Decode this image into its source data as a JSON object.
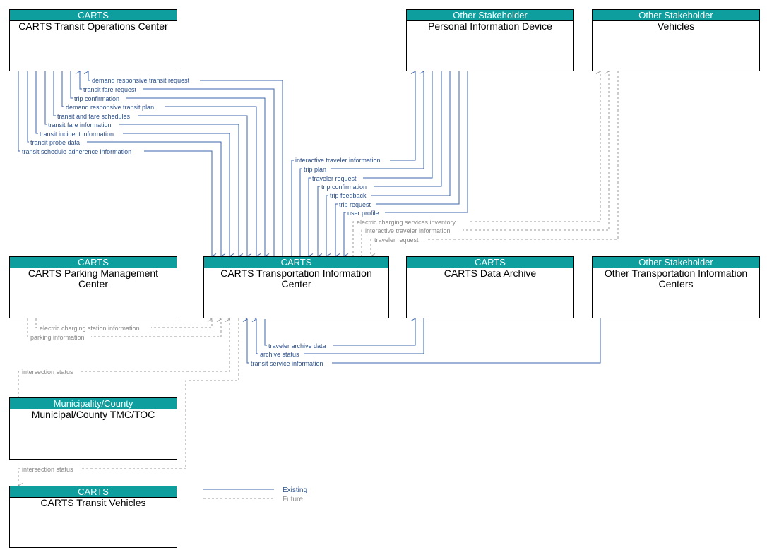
{
  "nodes": {
    "transit_ops": {
      "category": "CARTS",
      "name": "CARTS Transit Operations Center"
    },
    "pid": {
      "category": "Other Stakeholder",
      "name": "Personal Information Device"
    },
    "vehicles": {
      "category": "Other Stakeholder",
      "name": "Vehicles"
    },
    "parking": {
      "category": "CARTS",
      "name": "CARTS Parking Management Center"
    },
    "tic": {
      "category": "CARTS",
      "name": "CARTS Transportation Information Center"
    },
    "archive": {
      "category": "CARTS",
      "name": "CARTS Data Archive"
    },
    "other_tic": {
      "category": "Other Stakeholder",
      "name": "Other Transportation Information Centers"
    },
    "muni": {
      "category": "Municipality/County",
      "name": "Municipal/County TMC/TOC"
    },
    "transit_vehicles": {
      "category": "CARTS",
      "name": "CARTS Transit Vehicles"
    }
  },
  "flows": {
    "ops_tic": [
      "demand responsive transit request",
      "transit fare request",
      "trip confirmation",
      "demand responsive transit plan",
      "transit and fare schedules",
      "transit fare information",
      "transit incident information",
      "transit probe data",
      "transit schedule adherence information"
    ],
    "pid_tic": [
      "interactive traveler information",
      "trip plan",
      "traveler request",
      "trip confirmation",
      "trip feedback",
      "trip request",
      "user profile"
    ],
    "vehicles_tic": [
      "electric charging services inventory",
      "interactive traveler information",
      "traveler request"
    ],
    "parking_tic": [
      "electric charging station information",
      "parking information"
    ],
    "archive_tic": [
      "traveler archive data",
      "archive status"
    ],
    "other_tic": "transit service information",
    "muni_tic": "intersection status",
    "tv_tic": "intersection status"
  },
  "legend": {
    "existing": "Existing",
    "future": "Future"
  },
  "colors": {
    "header": "#0e9e9e",
    "existing": "#3b64a8",
    "future": "#9a9a9a"
  }
}
